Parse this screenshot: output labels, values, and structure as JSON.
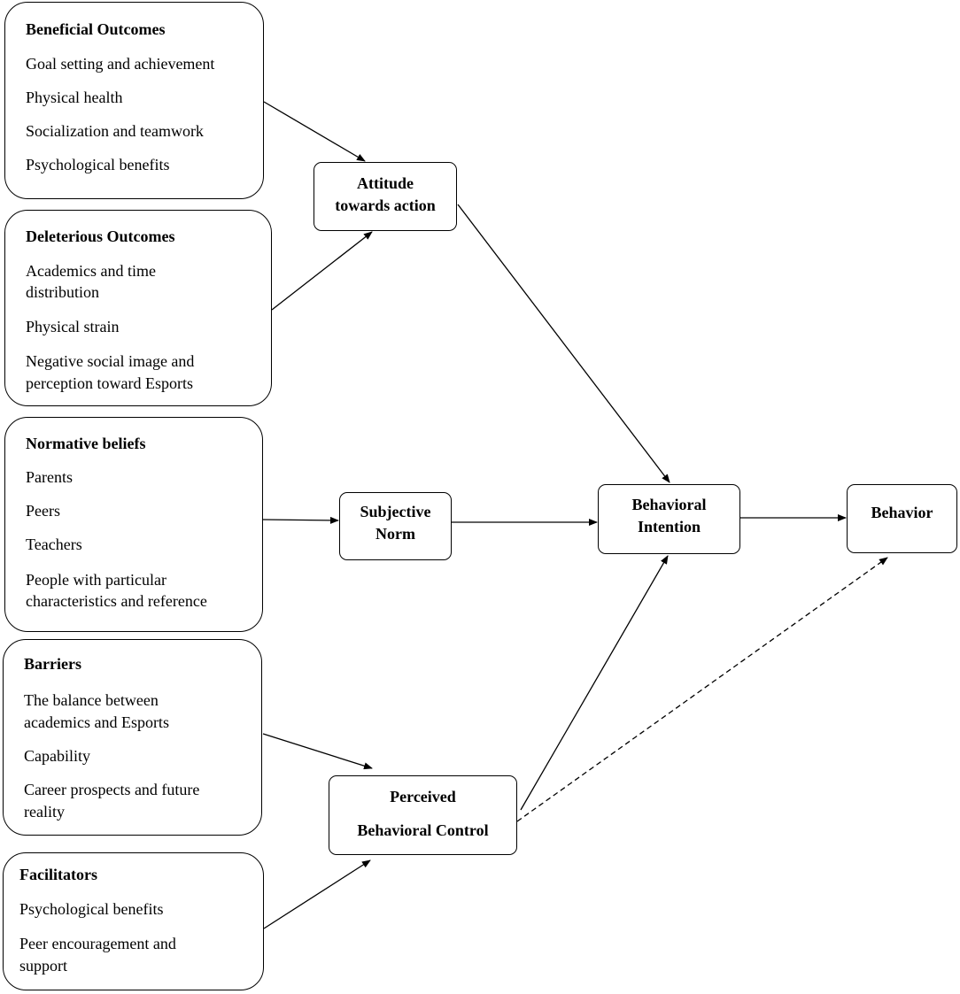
{
  "beneficial": {
    "title": "Beneficial Outcomes",
    "items": [
      "Goal setting and achievement",
      "Physical health",
      "Socialization and teamwork",
      "Psychological benefits"
    ]
  },
  "deleterious": {
    "title": "Deleterious Outcomes",
    "items": [
      "Academics and time",
      "distribution",
      "Physical strain",
      "Negative social image and",
      "perception toward Esports"
    ]
  },
  "normative": {
    "title": "Normative beliefs",
    "items": [
      "Parents",
      "Peers",
      "Teachers",
      "People with particular",
      "characteristics and reference"
    ]
  },
  "barriers": {
    "title": "Barriers",
    "items": [
      "The balance between",
      "academics and Esports",
      "Capability",
      "Career prospects and future",
      "reality"
    ]
  },
  "facilitators": {
    "title": "Facilitators",
    "items": [
      "Psychological benefits",
      "Peer encouragement and",
      "support"
    ]
  },
  "attitude": {
    "lines": [
      "Attitude",
      "towards action"
    ]
  },
  "subjective_norm": {
    "lines": [
      "Subjective",
      "Norm"
    ]
  },
  "pbc": {
    "lines": [
      "Perceived",
      "Behavioral Control"
    ]
  },
  "intention": {
    "lines": [
      "Behavioral",
      "Intention"
    ]
  },
  "behavior": {
    "label": "Behavior"
  }
}
